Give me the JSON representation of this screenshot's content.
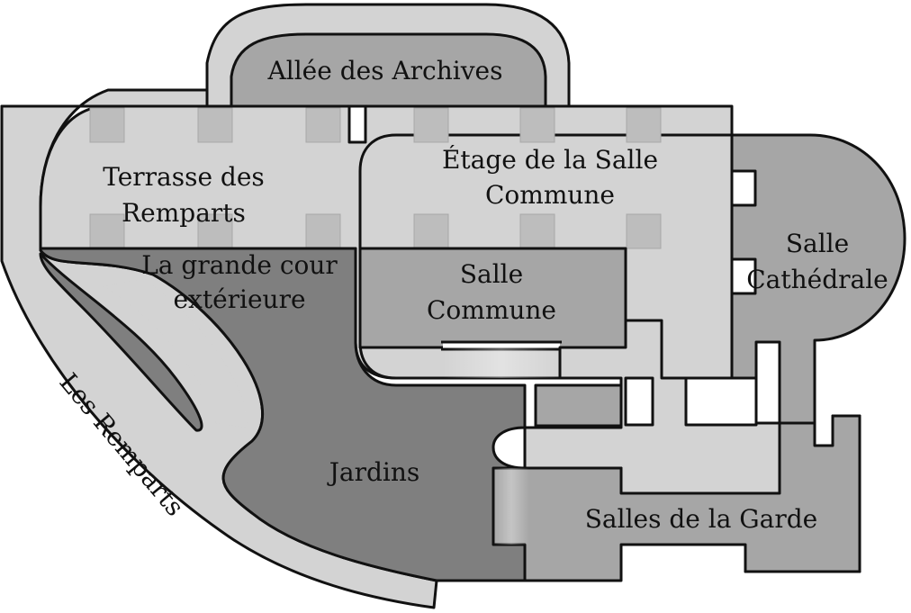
{
  "map": {
    "colors": {
      "light_zone": "#d3d3d3",
      "mid_zone": "#a6a6a6",
      "dark_zone": "#7f7f7f",
      "outline": "#111111",
      "background": "#ffffff"
    },
    "locations": {
      "allee_archives": "Allée des Archives",
      "terrasse_line1": "Terrasse des",
      "terrasse_line2": "Remparts",
      "etage_line1": "Étage de la Salle",
      "etage_line2": "Commune",
      "salle_cathedrale_line1": "Salle",
      "salle_cathedrale_line2": "Cathédrale",
      "grande_cour_line1": "La grande cour",
      "grande_cour_line2": "extérieure",
      "salle_commune_line1": "Salle",
      "salle_commune_line2": "Commune",
      "jardins": "Jardins",
      "salles_garde": "Salles de la Garde",
      "remparts": "Les Remparts"
    }
  }
}
